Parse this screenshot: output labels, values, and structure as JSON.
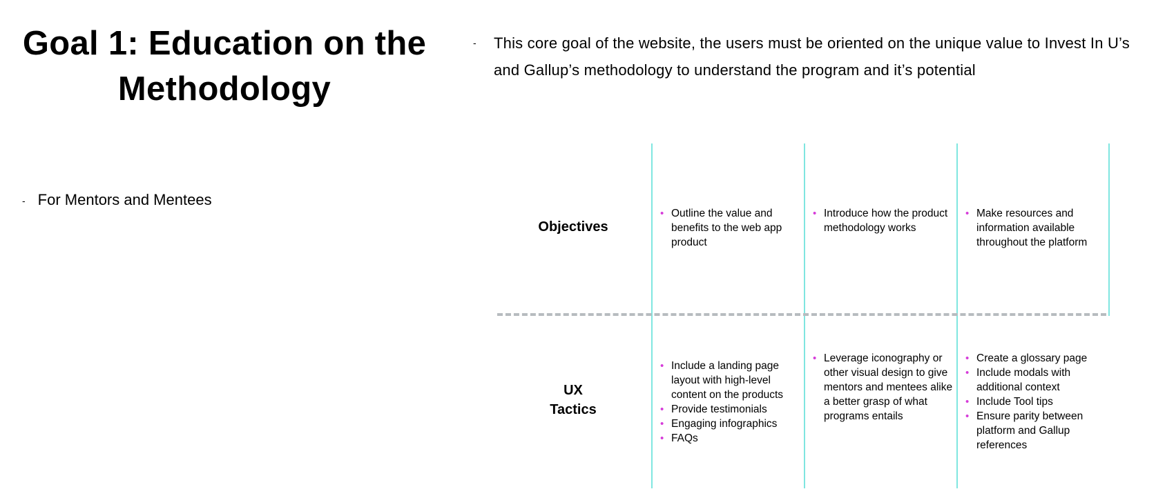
{
  "title": {
    "line1": "Goal 1: Education on the",
    "line2": "Methodology"
  },
  "intro": {
    "bullet": "-",
    "text": "This core goal of the website, the users must be oriented on the unique value to Invest In U’s and Gallup’s methodology to understand the program and it’s potential"
  },
  "audience": {
    "bullet": "-",
    "text": "For Mentors and Mentees"
  },
  "matrix": {
    "objectives_label": "Objectives",
    "tactics_label_line1": "UX",
    "tactics_label_line2": "Tactics",
    "objectives": [
      [
        "Outline the value and benefits to the web app product"
      ],
      [
        "Introduce how the product methodology works"
      ],
      [
        "Make resources and information available throughout the platform"
      ]
    ],
    "tactics": [
      [
        "Include a landing page layout with high-level content on the products",
        "Provide testimonials",
        "Engaging infographics",
        "FAQs"
      ],
      [
        "Leverage iconography or other visual design to give mentors and mentees alike a better grasp of what programs entails"
      ],
      [
        "Create a glossary page",
        "Include modals with additional context",
        "Include Tool tips",
        "Ensure parity between platform and Gallup references"
      ]
    ],
    "colors": {
      "column_rule": "#7fe6e0",
      "separator": "#b7bcbf",
      "bullet": "#d63bd9"
    }
  }
}
